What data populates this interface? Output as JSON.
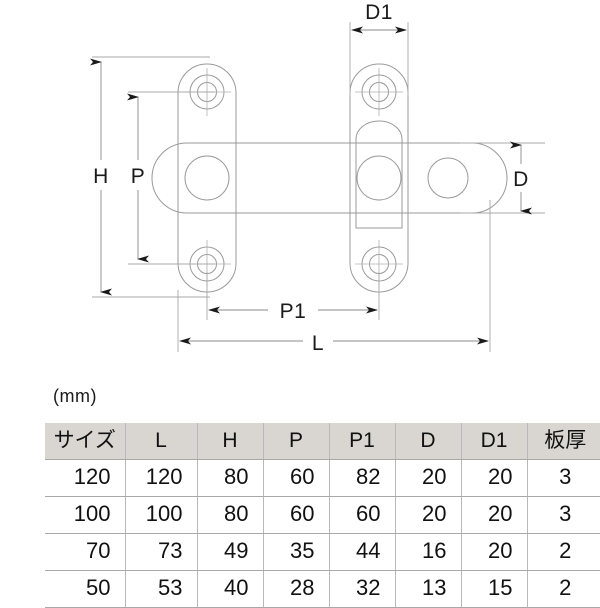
{
  "drawing": {
    "title": "hinge-hasp-latch-technical-drawing",
    "dimension_labels": {
      "d1": "D1",
      "h": "H",
      "p": "P",
      "p1": "P1",
      "l": "L",
      "d": "D"
    },
    "colors": {
      "outline": "#9a9a9a",
      "dimension_line": "#8a8a8a",
      "arrow": "#1a1a1a",
      "text": "#1a1a1a"
    }
  },
  "units_note": "(mm)",
  "table": {
    "columns": [
      {
        "key": "size",
        "label": "サイズ"
      },
      {
        "key": "l",
        "label": "L"
      },
      {
        "key": "h",
        "label": "H"
      },
      {
        "key": "p",
        "label": "P"
      },
      {
        "key": "p1",
        "label": "P1"
      },
      {
        "key": "d",
        "label": "D"
      },
      {
        "key": "d1",
        "label": "D1"
      },
      {
        "key": "t",
        "label": "板厚"
      }
    ],
    "rows": [
      {
        "size": "120",
        "l": "120",
        "h": "80",
        "p": "60",
        "p1": "82",
        "d": "20",
        "d1": "20",
        "t": "3"
      },
      {
        "size": "100",
        "l": "100",
        "h": "80",
        "p": "60",
        "p1": "60",
        "d": "20",
        "d1": "20",
        "t": "3"
      },
      {
        "size": "70",
        "l": "73",
        "h": "49",
        "p": "35",
        "p1": "44",
        "d": "16",
        "d1": "20",
        "t": "2"
      },
      {
        "size": "50",
        "l": "53",
        "h": "40",
        "p": "28",
        "p1": "32",
        "d": "13",
        "d1": "15",
        "t": "2"
      }
    ]
  },
  "header_bg": "#d9d6d1"
}
